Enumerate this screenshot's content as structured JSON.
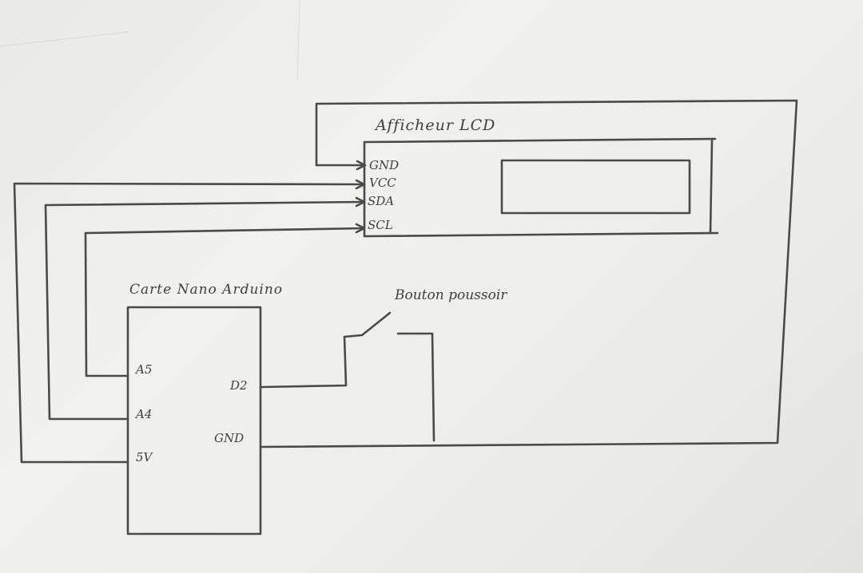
{
  "lcd": {
    "title": "Afficheur LCD",
    "pins": {
      "gnd": "GND",
      "vcc": "VCC",
      "sda": "SDA",
      "scl": "SCL"
    }
  },
  "nano": {
    "title": "Carte Nano Arduino",
    "pins": {
      "a5": "A5",
      "a4": "A4",
      "v5": "5V",
      "d2": "D2",
      "gnd": "GND"
    }
  },
  "button": {
    "label": "Bouton poussoir"
  }
}
